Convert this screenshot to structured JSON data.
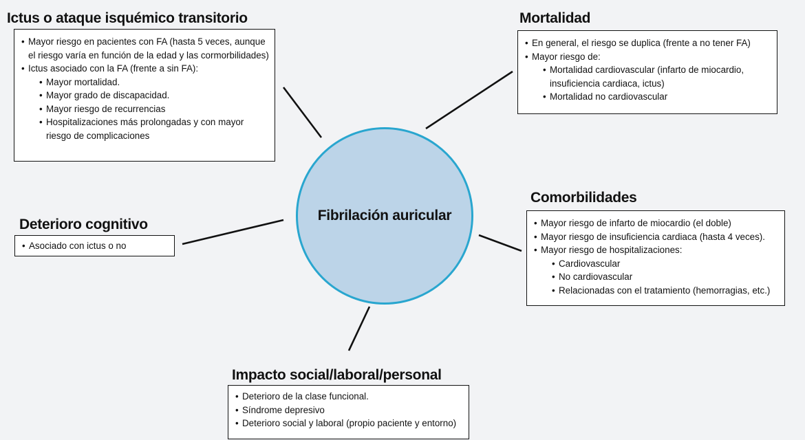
{
  "center": {
    "label": "Fibrilación auricular"
  },
  "ictus": {
    "title": "Ictus o ataque isquémico transitorio",
    "items": [
      {
        "text": "Mayor riesgo en pacientes con FA (hasta 5 veces, aunque el riesgo varía en función de la edad y las cormorbilidades)"
      },
      {
        "text": "Ictus asociado con la FA (frente a sin FA):",
        "subitems": [
          "Mayor mortalidad.",
          "Mayor grado de discapacidad.",
          "Mayor riesgo de recurrencias",
          "Hospitalizaciones más prolongadas y con mayor riesgo de complicaciones"
        ]
      }
    ]
  },
  "mortalidad": {
    "title": "Mortalidad",
    "items": [
      {
        "text": "En general, el riesgo se duplica (frente a no tener FA)"
      },
      {
        "text": "Mayor riesgo de:",
        "subitems": [
          "Mortalidad cardiovascular (infarto de miocardio, insuficiencia cardiaca, ictus)",
          "Mortalidad no cardiovascular"
        ]
      }
    ]
  },
  "deterioro": {
    "title": "Deterioro cognitivo",
    "items": [
      {
        "text": "Asociado con ictus o no"
      }
    ]
  },
  "comorbilidades": {
    "title": "Comorbilidades",
    "items": [
      {
        "text": "Mayor riesgo de infarto de miocardio (el doble)"
      },
      {
        "text": "Mayor riesgo de insuficiencia cardiaca (hasta 4 veces)."
      },
      {
        "text": "Mayor riesgo de hospitalizaciones:",
        "subitems": [
          "Cardiovascular",
          "No cardiovascular",
          "Relacionadas con el tratamiento (hemorragias, etc.)"
        ]
      }
    ]
  },
  "impacto": {
    "title": "Impacto social/laboral/personal",
    "items": [
      {
        "text": "Deterioro de la clase funcional."
      },
      {
        "text": "Síndrome depresivo"
      },
      {
        "text": "Deterioro social y laboral (propio paciente y entorno)"
      }
    ]
  }
}
